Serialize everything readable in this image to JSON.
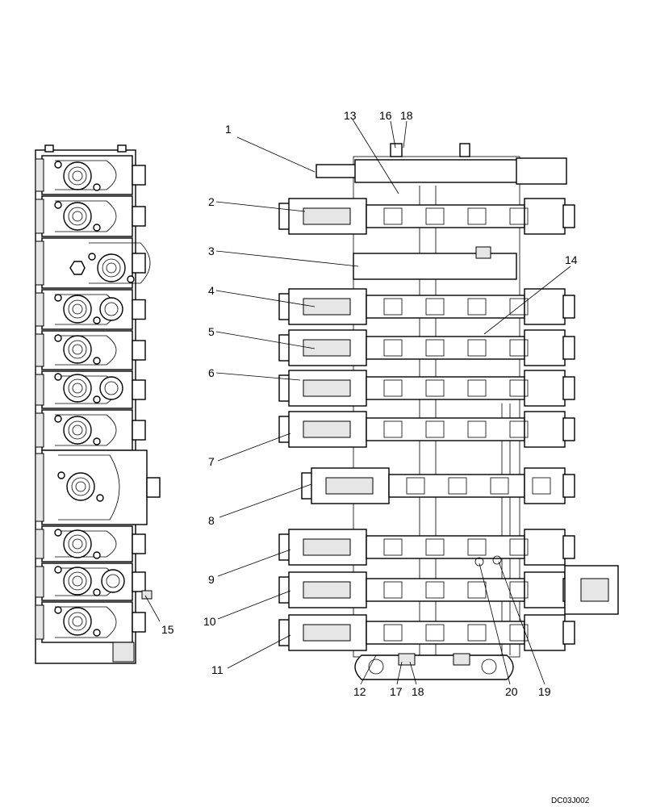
{
  "figure": {
    "code": "DC03J002",
    "callouts": [
      {
        "id": "c1",
        "text": "1"
      },
      {
        "id": "c2",
        "text": "2"
      },
      {
        "id": "c3",
        "text": "3"
      },
      {
        "id": "c4",
        "text": "4"
      },
      {
        "id": "c5",
        "text": "5"
      },
      {
        "id": "c6",
        "text": "6"
      },
      {
        "id": "c7",
        "text": "7"
      },
      {
        "id": "c8",
        "text": "8"
      },
      {
        "id": "c9",
        "text": "9"
      },
      {
        "id": "c10",
        "text": "10"
      },
      {
        "id": "c11",
        "text": "11"
      },
      {
        "id": "c12",
        "text": "12"
      },
      {
        "id": "c13",
        "text": "13"
      },
      {
        "id": "c14",
        "text": "14"
      },
      {
        "id": "c15",
        "text": "15"
      },
      {
        "id": "c16",
        "text": "16"
      },
      {
        "id": "c17",
        "text": "17"
      },
      {
        "id": "c18a",
        "text": "18"
      },
      {
        "id": "c18b",
        "text": "18"
      },
      {
        "id": "c19",
        "text": "19"
      },
      {
        "id": "c20",
        "text": "20"
      }
    ]
  }
}
